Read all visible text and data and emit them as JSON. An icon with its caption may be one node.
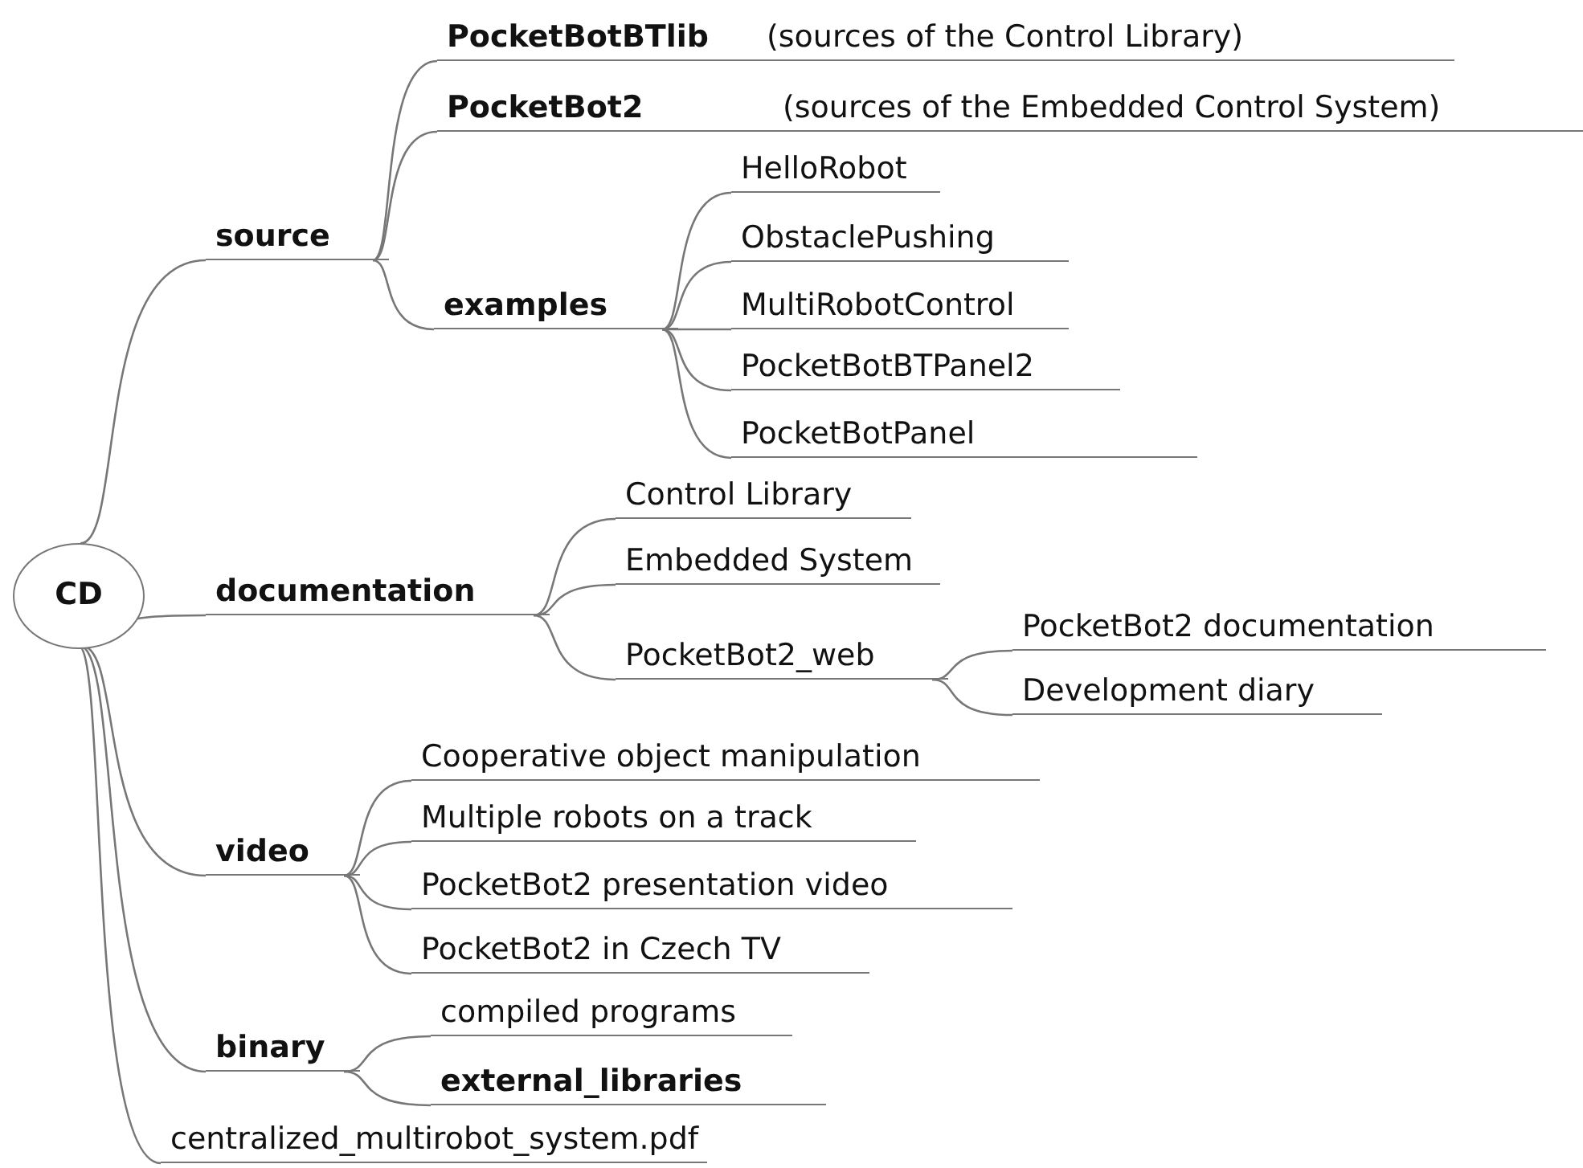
{
  "diagram": {
    "nodes": [
      {
        "text": [
          "CD"
        ]
      },
      {
        "text": [
          "source"
        ]
      },
      {
        "text": [
          "PocketBotBTlib",
          "(sources of the Control Library)"
        ]
      },
      {
        "text": [
          "PocketBot2",
          "(sources of the Embedded Control System)"
        ]
      },
      {
        "text": [
          "examples"
        ]
      },
      {
        "text": [
          "HelloRobot"
        ]
      },
      {
        "text": [
          "ObstaclePushing"
        ]
      },
      {
        "text": [
          "MultiRobotControl"
        ]
      },
      {
        "text": [
          "PocketBotBTPanel2"
        ]
      },
      {
        "text": [
          "PocketBotPanel"
        ]
      },
      {
        "text": [
          "documentation"
        ]
      },
      {
        "text": [
          "Control Library"
        ]
      },
      {
        "text": [
          "Embedded System"
        ]
      },
      {
        "text": [
          "PocketBot2_web"
        ]
      },
      {
        "text": [
          "PocketBot2 documentation"
        ]
      },
      {
        "text": [
          "Development diary"
        ]
      },
      {
        "text": [
          "video"
        ]
      },
      {
        "text": [
          "Cooperative object manipulation"
        ]
      },
      {
        "text": [
          "Multiple robots on a track"
        ]
      },
      {
        "text": [
          "PocketBot2 presentation video"
        ]
      },
      {
        "text": [
          "PocketBot2 in Czech TV"
        ]
      },
      {
        "text": [
          "binary"
        ]
      },
      {
        "text": [
          "compiled programs"
        ]
      },
      {
        "text": [
          "external_libraries"
        ]
      },
      {
        "text": [
          "centralized_multirobot_system.pdf"
        ]
      }
    ],
    "edges": [
      {
        "from": 0,
        "to": 1,
        "arrow": "none"
      },
      {
        "from": 1,
        "to": 2,
        "arrow": "none"
      },
      {
        "from": 1,
        "to": 3,
        "arrow": "none"
      },
      {
        "from": 1,
        "to": 4,
        "arrow": "none"
      },
      {
        "from": 4,
        "to": 5,
        "arrow": "none"
      },
      {
        "from": 4,
        "to": 6,
        "arrow": "none"
      },
      {
        "from": 4,
        "to": 7,
        "arrow": "none"
      },
      {
        "from": 4,
        "to": 8,
        "arrow": "none"
      },
      {
        "from": 4,
        "to": 9,
        "arrow": "none"
      },
      {
        "from": 0,
        "to": 10,
        "arrow": "none"
      },
      {
        "from": 10,
        "to": 11,
        "arrow": "none"
      },
      {
        "from": 10,
        "to": 12,
        "arrow": "none"
      },
      {
        "from": 10,
        "to": 13,
        "arrow": "none"
      },
      {
        "from": 13,
        "to": 14,
        "arrow": "none"
      },
      {
        "from": 13,
        "to": 15,
        "arrow": "none"
      },
      {
        "from": 0,
        "to": 16,
        "arrow": "none"
      },
      {
        "from": 16,
        "to": 17,
        "arrow": "none"
      },
      {
        "from": 16,
        "to": 18,
        "arrow": "none"
      },
      {
        "from": 16,
        "to": 19,
        "arrow": "none"
      },
      {
        "from": 16,
        "to": 20,
        "arrow": "none"
      },
      {
        "from": 0,
        "to": 21,
        "arrow": "none"
      },
      {
        "from": 21,
        "to": 22,
        "arrow": "none"
      },
      {
        "from": 21,
        "to": 23,
        "arrow": "none"
      },
      {
        "from": 0,
        "to": 24,
        "arrow": "none"
      }
    ]
  }
}
